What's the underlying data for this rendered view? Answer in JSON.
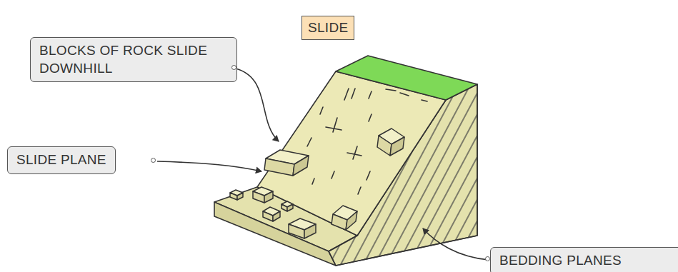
{
  "diagram": {
    "title": "SLIDE",
    "nodes": [
      {
        "text": [
          "BLOCKS OF ROCK SLIDE DOWNHILL"
        ]
      },
      {
        "text": [
          "SLIDE PLANE"
        ]
      },
      {
        "text": [
          "BEDDING PLANES"
        ]
      }
    ]
  }
}
